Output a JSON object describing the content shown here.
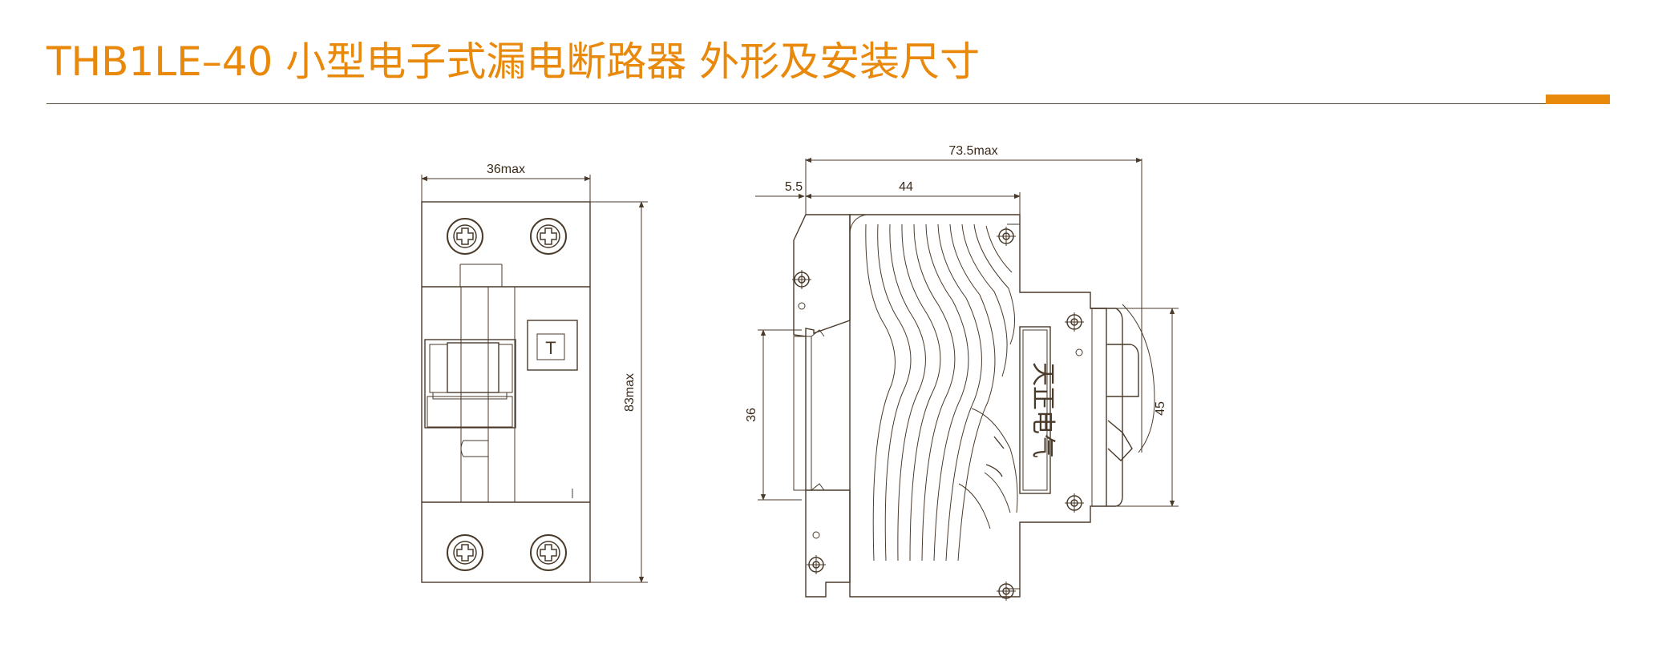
{
  "title": "THB1LE–40 小型电子式漏电断路器  外形及安装尺寸",
  "colors": {
    "accent": "#e8890c",
    "line": "#4a3a2a"
  },
  "front_view": {
    "width_label": "36max",
    "height_label": "83max",
    "test_button_label": "T"
  },
  "side_view": {
    "depth_label": "73.5max",
    "offset_label": "5.5",
    "body_label": "44",
    "rail_label": "36",
    "front_height_label": "45",
    "logo_text": "天正电气"
  }
}
